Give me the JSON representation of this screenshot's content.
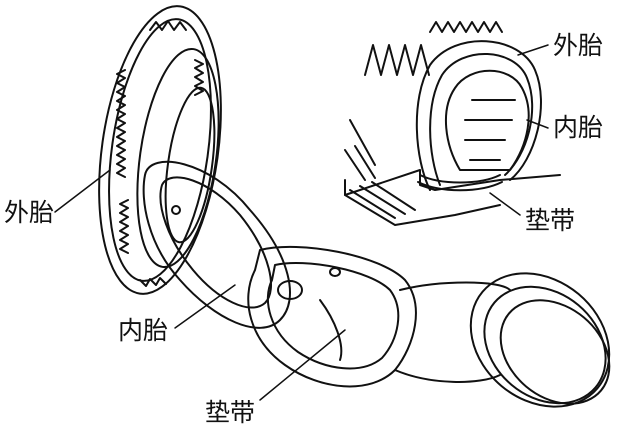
{
  "labels": {
    "outer_tire_left": "外胎",
    "inner_tube_left": "内胎",
    "rim_strip_left": "垫带",
    "outer_tire_right": "外胎",
    "inner_tube_right": "内胎",
    "rim_strip_right": "垫带"
  },
  "colors": {
    "ink": "#111111",
    "paper": "#ffffff"
  }
}
